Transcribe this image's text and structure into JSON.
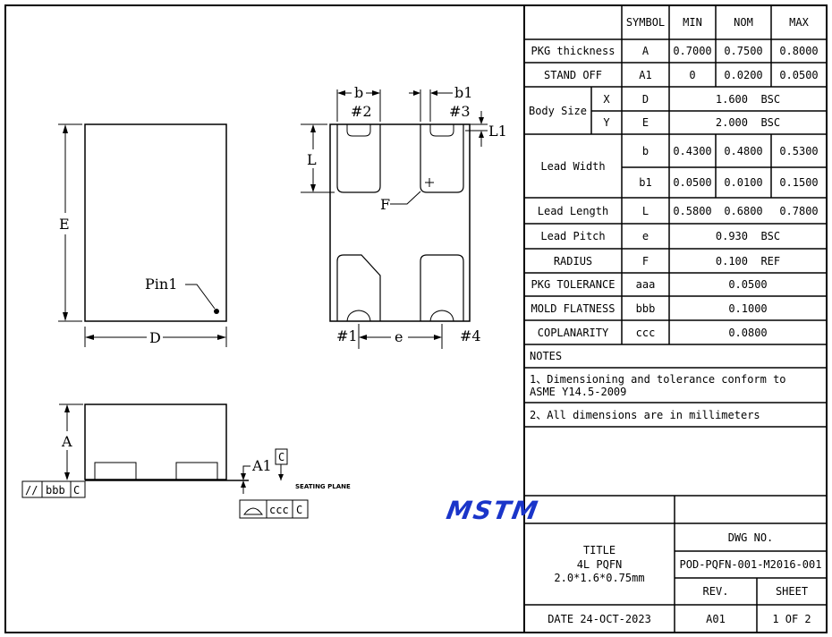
{
  "table": {
    "headers": [
      "SYMBOL",
      "MIN",
      "NOM",
      "MAX"
    ],
    "rows": [
      {
        "param": "PKG thickness",
        "symbol": "A",
        "min": "0.7000",
        "nom": "0.7500",
        "max": "0.8000"
      },
      {
        "param": "STAND OFF",
        "symbol": "A1",
        "min": "0",
        "nom": "0.0200",
        "max": "0.0500"
      },
      {
        "param": "Body Size",
        "sub": "X",
        "symbol": "D",
        "span": "1.600  BSC"
      },
      {
        "param": "",
        "sub": "Y",
        "symbol": "E",
        "span": "2.000  BSC"
      },
      {
        "param": "Lead Width",
        "symbol": "b",
        "min": "0.4300",
        "nom": "0.4800",
        "max": "0.5300"
      },
      {
        "param": "",
        "symbol": "b1",
        "min": "0.0500",
        "nom": "0.0100",
        "max": "0.1500"
      },
      {
        "param": "Lead Length",
        "symbol": "L",
        "min": "0.5800",
        "nom": "0.6800",
        "max": "0.7800"
      },
      {
        "param": "Lead Pitch",
        "symbol": "e",
        "span": "0.930  BSC"
      },
      {
        "param": "RADIUS",
        "symbol": "F",
        "span": "0.100  REF"
      },
      {
        "param": "PKG TOLERANCE",
        "symbol": "aaa",
        "span": "0.0500"
      },
      {
        "param": "MOLD FLATNESS",
        "symbol": "bbb",
        "span": "0.1000"
      },
      {
        "param": "COPLANARITY",
        "symbol": "ccc",
        "span": "0.0800"
      }
    ]
  },
  "notes": {
    "heading": "NOTES",
    "items": [
      "1、Dimensioning and tolerance conform to ASME Y14.5-2009",
      "2、All dimensions are in millimeters"
    ]
  },
  "title_block": {
    "logo": "MSTM",
    "dwg_no_label": "DWG NO.",
    "dwg_no": "POD-PQFN-001-M2016-001",
    "title_label": "TITLE",
    "title_line1": "4L PQFN",
    "title_line2": "2.0*1.6*0.75mm",
    "rev_label": "REV.",
    "sheet_label": "SHEET",
    "date": "DATE 24-OCT-2023",
    "rev": "A01",
    "sheet": "1 OF 2"
  },
  "drawing": {
    "top_view": {
      "E": "E",
      "D": "D",
      "pin1": "Pin1"
    },
    "bottom_view": {
      "b": "b",
      "b1": "b1",
      "pin2": "#2",
      "pin3": "#3",
      "pin1": "#1",
      "pin4": "#4",
      "L": "L",
      "L1": "L1",
      "F": "F",
      "e": "e"
    },
    "side_view": {
      "A": "A",
      "A1": "A1",
      "C": "C",
      "seating": "SEATING PLANE",
      "fcf1": [
        "//",
        "bbb",
        "C"
      ],
      "fcf2": [
        "ccc",
        "C"
      ]
    }
  },
  "colors": {
    "logo_blue": "#1a35c9"
  }
}
